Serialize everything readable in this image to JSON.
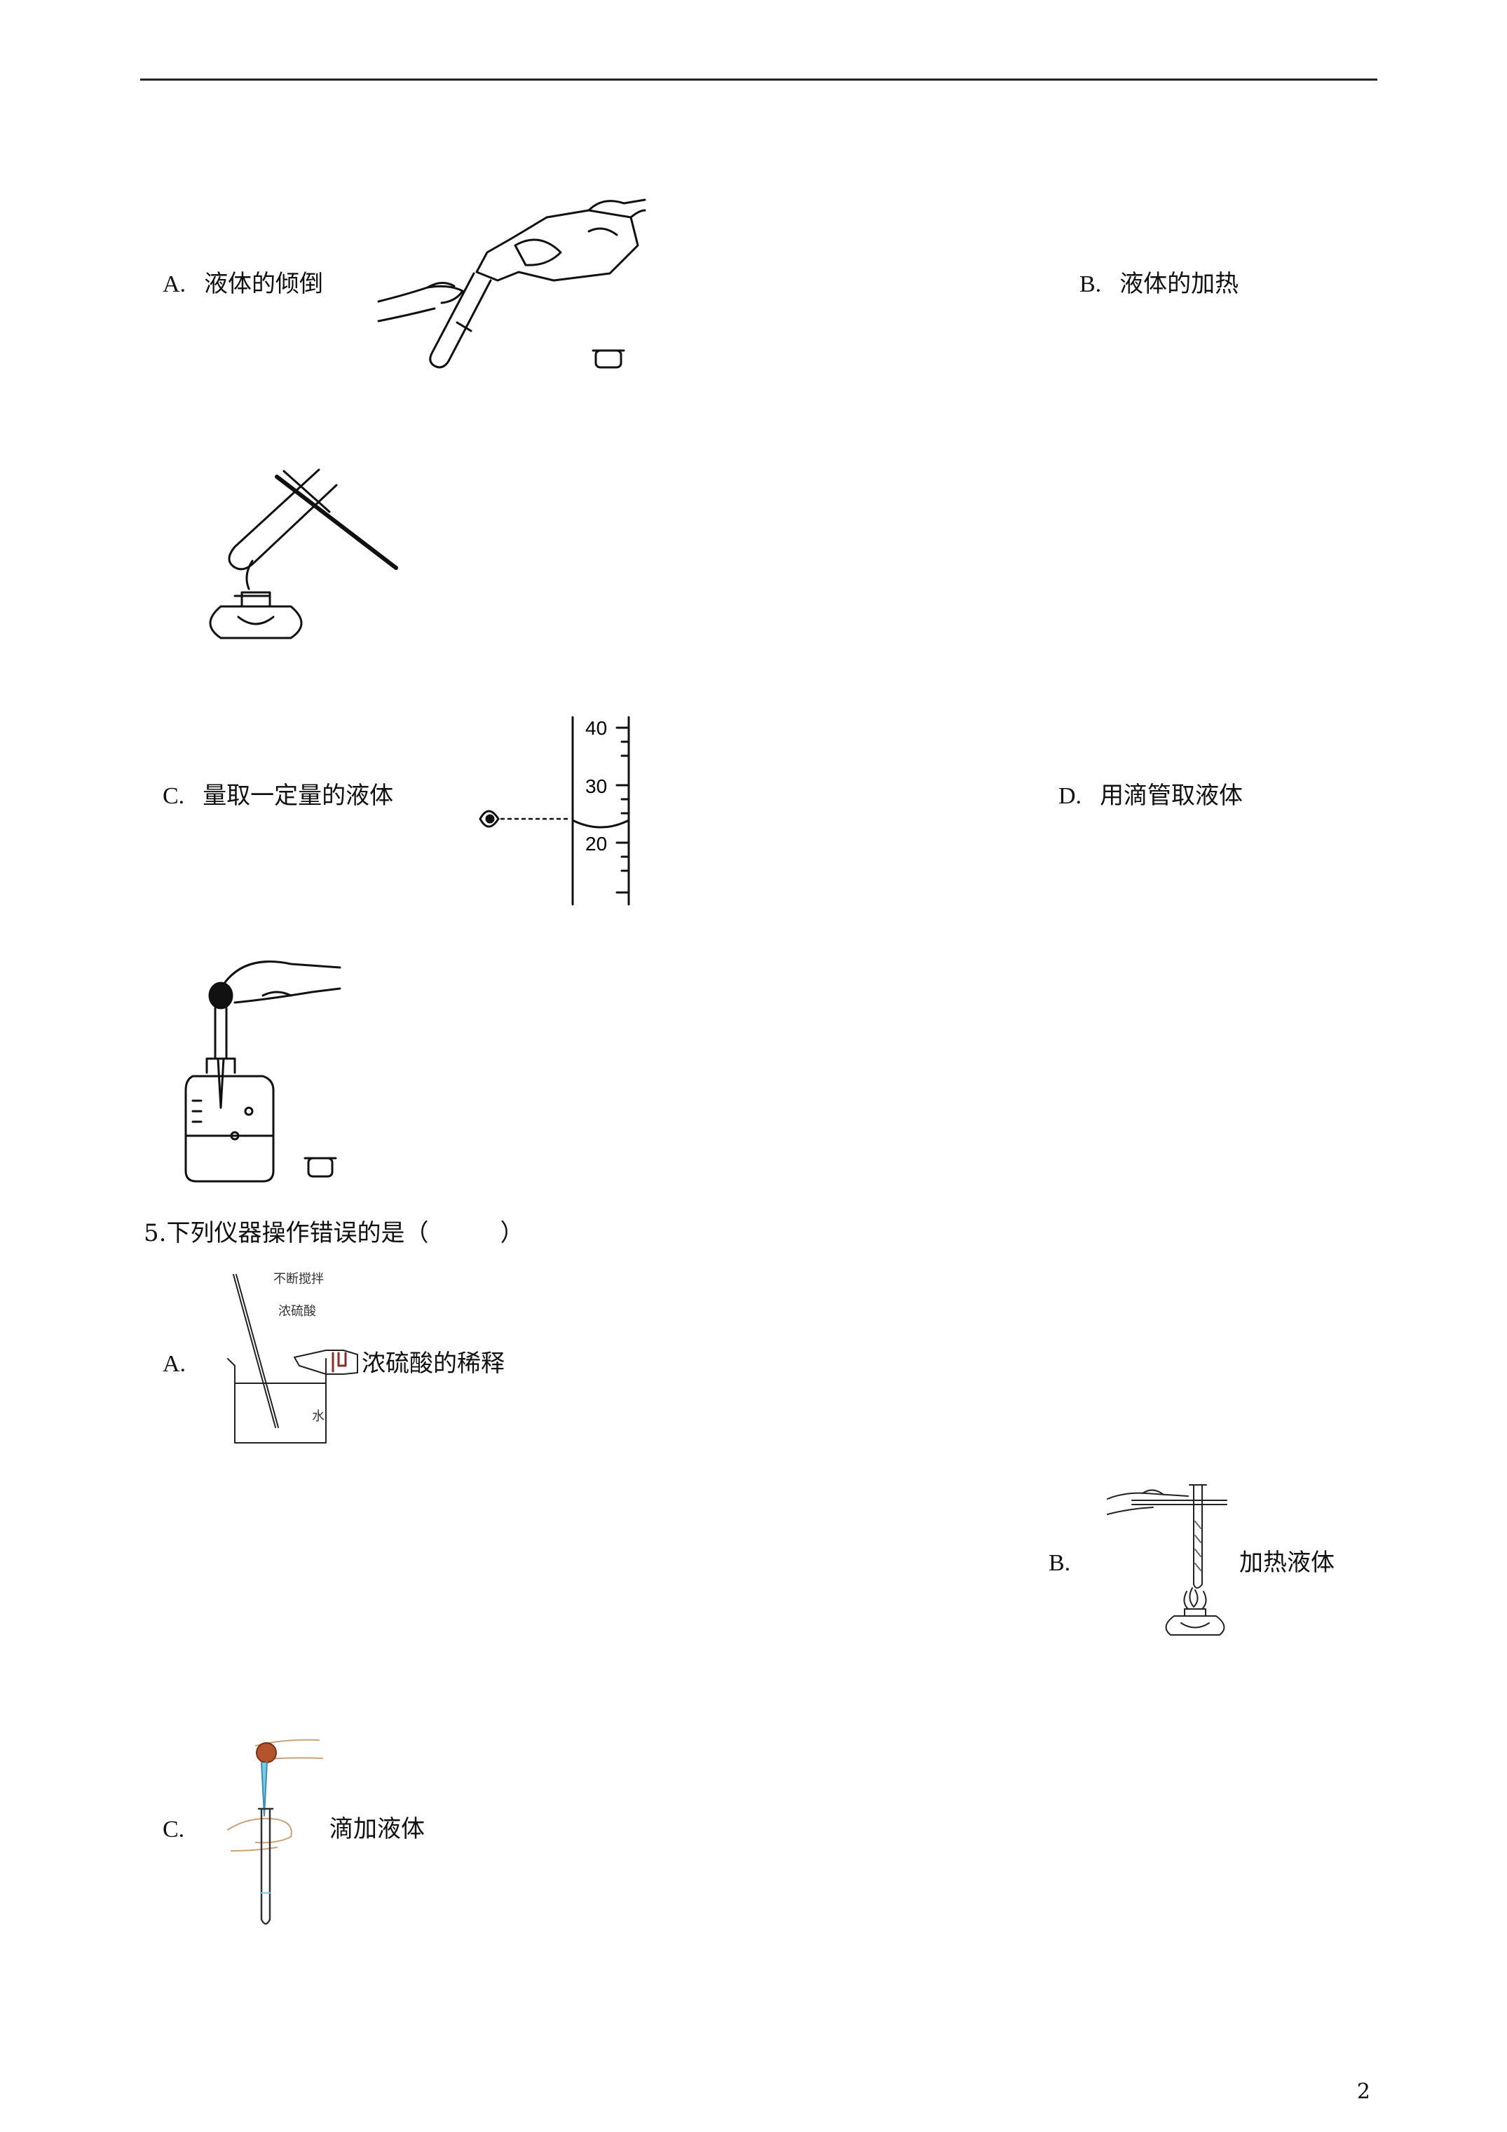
{
  "q4": {
    "A": {
      "letter": "A.",
      "text": "液体的倾倒"
    },
    "B": {
      "letter": "B.",
      "text": "液体的加热"
    },
    "C": {
      "letter": "C.",
      "text": "量取一定量的液体",
      "scale": [
        "40",
        "30",
        "20"
      ]
    },
    "D": {
      "letter": "D.",
      "text": "用滴管取液体"
    }
  },
  "q5": {
    "question": "5.下列仪器操作错误的是（　　　）",
    "A": {
      "letter": "A.",
      "text": "浓硫酸的稀释",
      "labels": {
        "stir": "不断搅拌",
        "acid": "浓硫酸",
        "water": "水"
      }
    },
    "B": {
      "letter": "B.",
      "text": "加热液体"
    },
    "C": {
      "letter": "C.",
      "text": "滴加液体"
    }
  },
  "page_number": "2"
}
